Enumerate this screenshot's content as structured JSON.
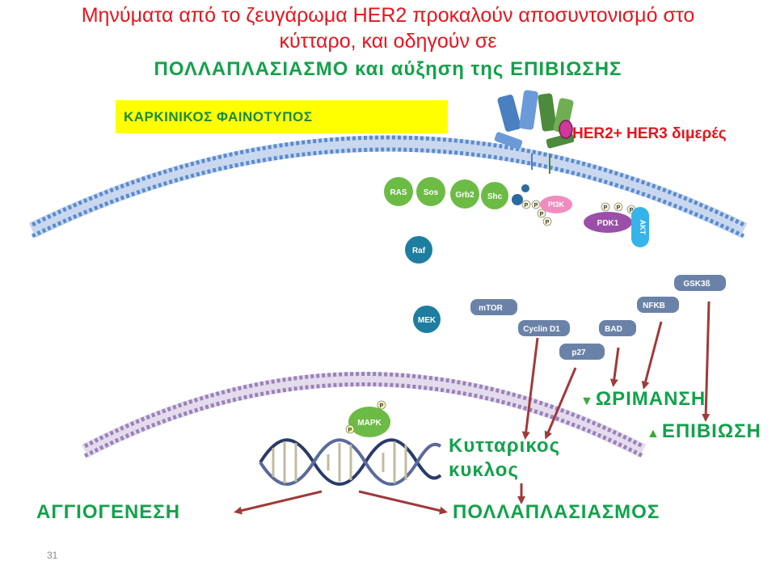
{
  "title": {
    "line1": "Μηνύματα  από το ζευγάρωμα  HER2  προκαλούν αποσυντονισμό στο",
    "line2": "κύτταρο, και οδηγούν σε",
    "line3": "ΠΟΛΛΑΠΛΑΣΙΑΣΜΟ και αύξηση της ΕΠΙΒΙΩΣΗΣ"
  },
  "phenotype_label": "ΚΑΡΚΙΝΙΚΟΣ ΦΑΙΝΟΤΥΠΟΣ",
  "dimer_label": "HER2+ HER3  διμερές",
  "proteins": {
    "ras": "RAS",
    "sos": "Sos",
    "grb2": "Grb2",
    "shc": "Shc",
    "pi3k": "PI3K",
    "pdk1": "PDK1",
    "akt": "AKT",
    "raf": "Raf",
    "mek": "MEK",
    "mapk": "MAPK",
    "mtor": "mTOR",
    "cyclin_d1": "Cyclin D1",
    "p27": "p27",
    "bad": "BAD",
    "nfkb": "NFKB",
    "gsk3b": "GSK3ß",
    "phospho": "P"
  },
  "outcomes": {
    "maturation": "ΩΡΙΜΑΝΣΗ",
    "survival": "ΕΠΙΒΙΩΣΗ",
    "cell_cycle_line1": "Κυτταρικος",
    "cell_cycle_line2": "κυκλος",
    "angiogenesis": "ΑΓΓΙΟΓΕΝΕΣΗ",
    "proliferation": "ΠΟΛΛΑΠΛΑΣΙΑΣΜΟΣ"
  },
  "page_number": "31",
  "colors": {
    "title_red": "#e8141c",
    "green_text": "#12a24a",
    "highlight_yellow": "#ffff00",
    "membrane_outer": "#5b8bd0",
    "membrane_nuclear": "#9a82b8",
    "node_green": "#6cbb45",
    "node_teal": "#1d7ea0",
    "node_slate": "#6b82a8",
    "pi3k_pink": "#f08cc0",
    "pdk1_purple": "#9b4fa8",
    "akt_cyan": "#36b4ea",
    "arrow_red": "#a03a3a"
  }
}
